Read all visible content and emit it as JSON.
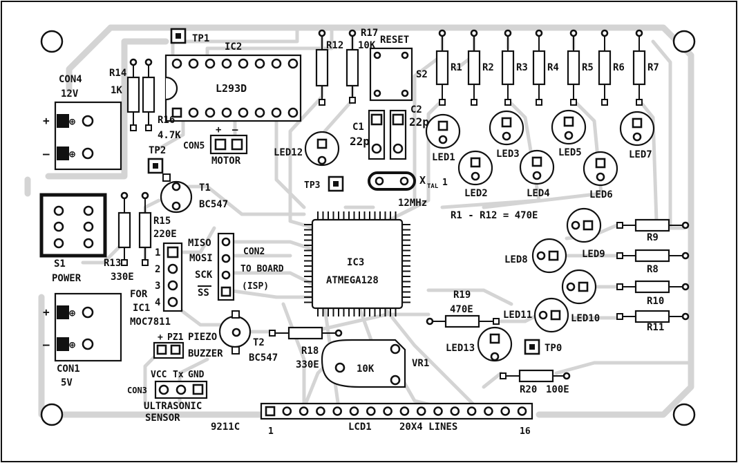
{
  "board_id": "9211C",
  "labels": {
    "tp1": "TP1",
    "ic2": "IC2",
    "l293d": "L293D",
    "r12": "R12",
    "r17": "R17",
    "r17_val": "10K",
    "reset": "RESET",
    "s2": "S2",
    "r1": "R1",
    "r2": "R2",
    "r3": "R3",
    "r4": "R4",
    "r5": "R5",
    "r6": "R6",
    "r7": "R7",
    "con4": "CON4",
    "v12": "12V",
    "r14": "R14",
    "r14_val": "1K",
    "r16": "R16",
    "r16_val": "4.7K",
    "plus": "+",
    "minus": "–",
    "con5": "CON5",
    "motor": "MOTOR",
    "tp2": "TP2",
    "c1": "C1",
    "c1_val": "22p",
    "c2": "C2",
    "c2_val": "22p",
    "led12": "LED12",
    "led1": "LED1",
    "led2": "LED2",
    "led3": "LED3",
    "led4": "LED4",
    "led5": "LED5",
    "led6": "LED6",
    "led7": "LED7",
    "led8": "LED8",
    "led9": "LED9",
    "led10": "LED10",
    "led11": "LED11",
    "led13": "LED13",
    "tp3": "TP3",
    "xtal": "X",
    "xtal_sub": "TAL",
    "xtal_num": "1",
    "mhz": "12MHz",
    "t1": "T1",
    "t1_type": "BC547",
    "r1r12": "R1 - R12 = 470E",
    "r15": "R15",
    "r15_val": "220E",
    "miso": "MISO",
    "mosi": "MOSI",
    "sck": "SCK",
    "ss": "SS",
    "con2": "CON2",
    "to_board": "TO BOARD",
    "isp": "(ISP)",
    "ic3": "IC3",
    "atmega": "ATMEGA128",
    "r9": "R9",
    "r8": "R8",
    "r10": "R10",
    "r11": "R11",
    "s1": "S1",
    "power": "POWER",
    "r13": "R13",
    "r13_val": "330E",
    "p1": "1",
    "p2": "2",
    "p3": "3",
    "p4": "4",
    "for": "FOR",
    "ic1": "IC1",
    "moc": "MOC7811",
    "r19": "R19",
    "r19_val": "470E",
    "piezo": "PIEZO",
    "pz1": "PZ1",
    "buzzer": "BUZZER",
    "t2": "T2",
    "t2_type": "BC547",
    "r18": "R18",
    "r18_val": "330E",
    "vr1_val": "10K",
    "vr1": "VR1",
    "tp0": "TP0",
    "con1": "CON1",
    "v5": "5V",
    "vcc": "VCC",
    "tx": "Tx",
    "gnd": "GND",
    "con3": "CON3",
    "ultrasonic": "ULTRASONIC",
    "sensor": "SENSOR",
    "r20": "R20",
    "r20_val": "100E",
    "lcd1": "LCD1",
    "lines": "20X4 LINES",
    "pin1": "1",
    "pin16": "16"
  }
}
